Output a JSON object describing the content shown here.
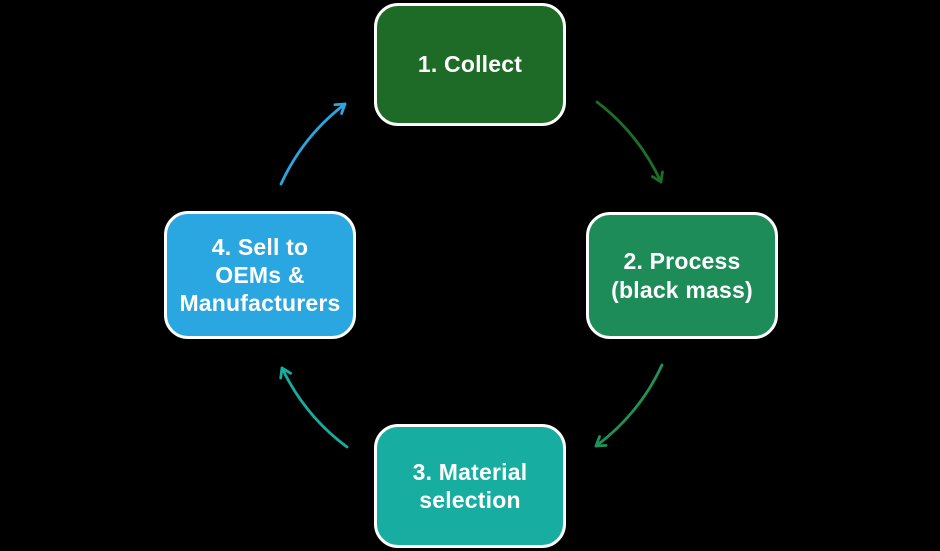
{
  "page": {
    "background_color": "#000000",
    "text_color": "#FFFFFF"
  },
  "diagram": {
    "type": "cycle",
    "steps": [
      {
        "id": 1,
        "label": "1. Collect",
        "color": "#1D6B26",
        "text_color": "#FFFFFF",
        "position": "top"
      },
      {
        "id": 2,
        "label": "2. Process\n(black mass)",
        "color": "#1E8C58",
        "text_color": "#FFFFFF",
        "position": "right"
      },
      {
        "id": 3,
        "label": "3. Material\nselection",
        "color": "#17ADA0",
        "text_color": "#FFFFFF",
        "position": "bottom"
      },
      {
        "id": 4,
        "label": "4. Sell to\nOEMs &\nManufacturers",
        "color": "#2AA6E0",
        "text_color": "#FFFFFF",
        "position": "left"
      }
    ],
    "arrows": [
      {
        "from": 1,
        "to": 2,
        "color": "#1D6E28"
      },
      {
        "from": 2,
        "to": 3,
        "color": "#1F9257"
      },
      {
        "from": 3,
        "to": 4,
        "color": "#17ADA0"
      },
      {
        "from": 4,
        "to": 1,
        "color": "#2AA6E0"
      }
    ]
  }
}
